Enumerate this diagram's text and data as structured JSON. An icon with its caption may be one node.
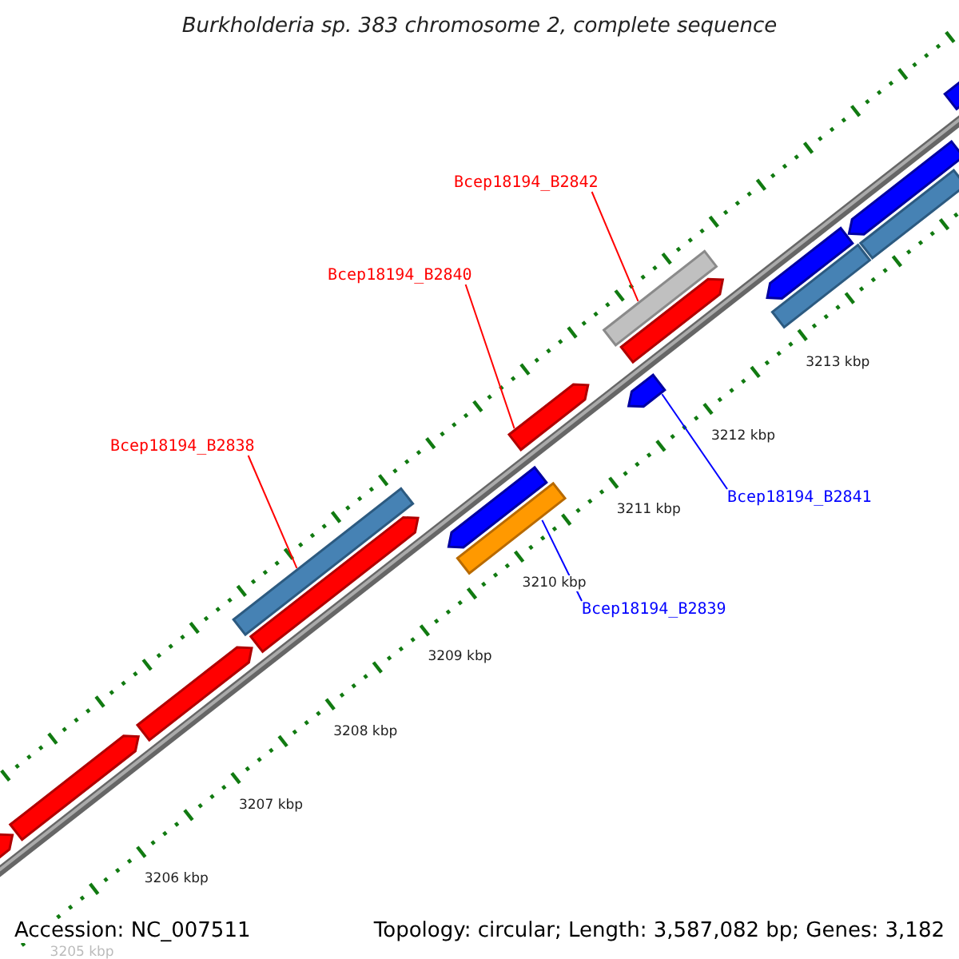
{
  "diagram": {
    "title": "Burkholderia sp. 383 chromosome 2, complete sequence",
    "nodes": [
      {
        "text": [
          "Bcep18194_B2838"
        ]
      },
      {
        "text": [],
        "shape": "bar"
      },
      {
        "text": [
          "Bcep18194_B2840"
        ]
      },
      {
        "text": [],
        "shape": "bar"
      },
      {
        "text": [
          "Bcep18194_B2842"
        ]
      },
      {
        "text": [],
        "shape": "bar"
      },
      {
        "text": [
          "Bcep18194_B2841"
        ]
      },
      {
        "text": [],
        "shape": "bar"
      },
      {
        "text": [
          "Bcep18194_B2839"
        ]
      },
      {
        "text": [],
        "shape": "bar"
      },
      {
        "text": [],
        "shape": "bar"
      },
      {
        "text": [],
        "shape": "bar"
      },
      {
        "text": [],
        "shape": "bar"
      },
      {
        "text": [],
        "shape": "bar"
      },
      {
        "text": [],
        "shape": "bar"
      },
      {
        "text": [],
        "shape": "bar"
      },
      {
        "text": [],
        "shape": "bar"
      },
      {
        "text": [],
        "shape": "bar"
      },
      {
        "text": [],
        "shape": "bar"
      },
      {
        "text": [],
        "shape": "bar"
      },
      {
        "text": [],
        "shape": "bar"
      }
    ],
    "edges": [
      {
        "from": 0,
        "to": 1,
        "arrow": "none"
      },
      {
        "from": 2,
        "to": 3,
        "arrow": "none"
      },
      {
        "from": 4,
        "to": 5,
        "arrow": "none"
      },
      {
        "from": 6,
        "to": 7,
        "arrow": "none",
        "color": "#0000ff"
      },
      {
        "from": 8,
        "to": 9,
        "arrow": "none",
        "color": "#0000ff"
      }
    ],
    "labels": [
      "3213 kbp",
      "3212 kbp",
      "3211 kbp",
      "3210 kbp",
      "3209 kbp",
      "3208 kbp",
      "3207 kbp",
      "3206 kbp",
      "3205 kbp",
      "Accession: NC_007511",
      "Topology: circular; Length: 3,587,082 bp; Genes: 3,182"
    ]
  }
}
